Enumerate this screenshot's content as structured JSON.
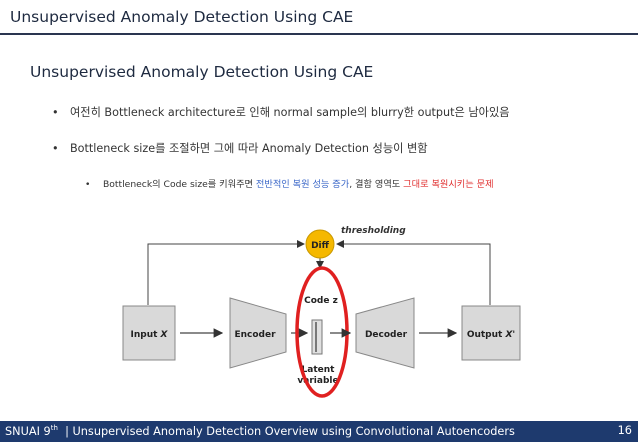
{
  "header": {
    "title": "Unsupervised Anomaly Detection Using CAE"
  },
  "slide": {
    "title": "Unsupervised Anomaly Detection Using CAE",
    "bullets": [
      {
        "text": "여전히 Bottleneck architecture로 인해 normal sample의 blurry한 output은 남아있음"
      },
      {
        "text": "Bottleneck size를 조절하면 그에 따라 Anomaly Detection 성능이 변함"
      }
    ],
    "sub_bullet": {
      "part1": "Bottleneck의 Code size를 키워주면 ",
      "part2_blue": "전반적인 복원 성능 증가",
      "part3": ", 결함 영역도 ",
      "part4_red": "그대로 복원시키는 문제"
    }
  },
  "diagram": {
    "input_label": "Input ",
    "input_var": "X",
    "encoder_label": "Encoder",
    "decoder_label": "Decoder",
    "output_label": "Output ",
    "output_var": "X'",
    "diff_label": "Diff",
    "thresholding_label": "thresholding",
    "code_label": "Code z",
    "latent_label_1": "Latent",
    "latent_label_2": "variable",
    "colors": {
      "diff_fill": "#f5b800",
      "box_fill": "#d9d9d9",
      "highlight": "#e02020"
    }
  },
  "footer": {
    "left_prefix": "SNUAI 9",
    "left_sup": "th",
    "left_rest": "  | Unsupervised Anomaly Detection Overview using Convolutional Autoencoders",
    "page_number": "16"
  }
}
